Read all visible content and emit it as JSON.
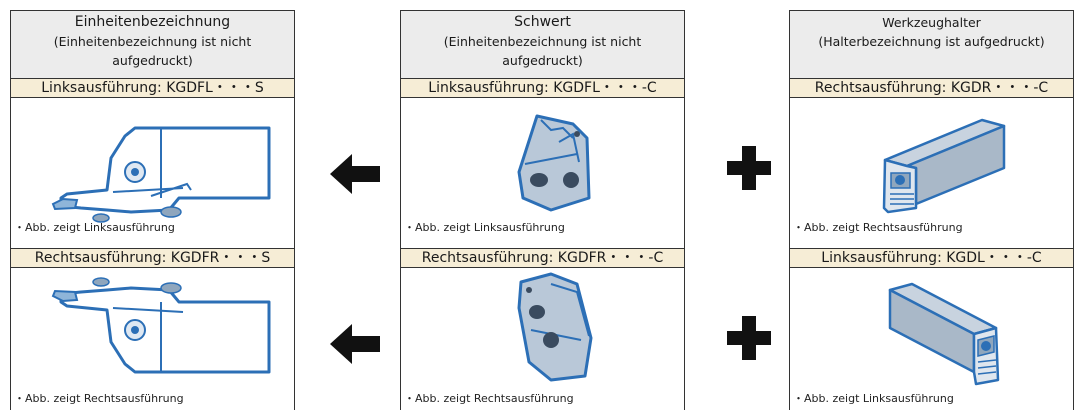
{
  "columns": [
    {
      "title": "Einheitenbezeichnung",
      "subtitle_1": "(Einheitenbezeichnung ist nicht",
      "subtitle_2": "aufgedruckt)",
      "top_variant": "Linksausführung: KGDFL・・・S",
      "top_caption": "・Abb. zeigt Linksausführung",
      "bottom_variant": "Rechtsausführung: KGDFR・・・S",
      "bottom_caption": "・Abb. zeigt Rechtsausführung",
      "illustration": "complete-grooving-unit"
    },
    {
      "title": "Schwert",
      "subtitle_1": "(Einheitenbezeichnung ist nicht",
      "subtitle_2": "aufgedruckt)",
      "top_variant": "Linksausführung: KGDFL・・・-C",
      "top_caption": "・Abb. zeigt Linksausführung",
      "bottom_variant": "Rechtsausführung: KGDFR・・・-C",
      "bottom_caption": "・Abb. zeigt Rechtsausführung",
      "illustration": "blade"
    },
    {
      "title": "Werkzeughalter",
      "subtitle_1": "(Halterbezeichnung ist aufgedruckt)",
      "subtitle_2": "",
      "top_variant": "Rechtsausführung: KGDR・・・-C",
      "top_caption": "・Abb. zeigt Rechtsausführung",
      "bottom_variant": "Linksausführung: KGDL・・・-C",
      "bottom_caption": "・Abb. zeigt Linksausführung",
      "illustration": "tool-holder"
    }
  ],
  "operators": {
    "between_1_2": "arrow-left",
    "between_2_3": "plus"
  },
  "colors": {
    "header_bg": "#ececec",
    "variant_bg": "#f6edd6",
    "tool_blue": "#2c6fb6",
    "tool_fill": "#ffffff",
    "blade_fill": "#b9c8d8",
    "holder_fill": "#a9b8c8",
    "insert_fill": "#8fb5d9",
    "operator": "#111111"
  }
}
